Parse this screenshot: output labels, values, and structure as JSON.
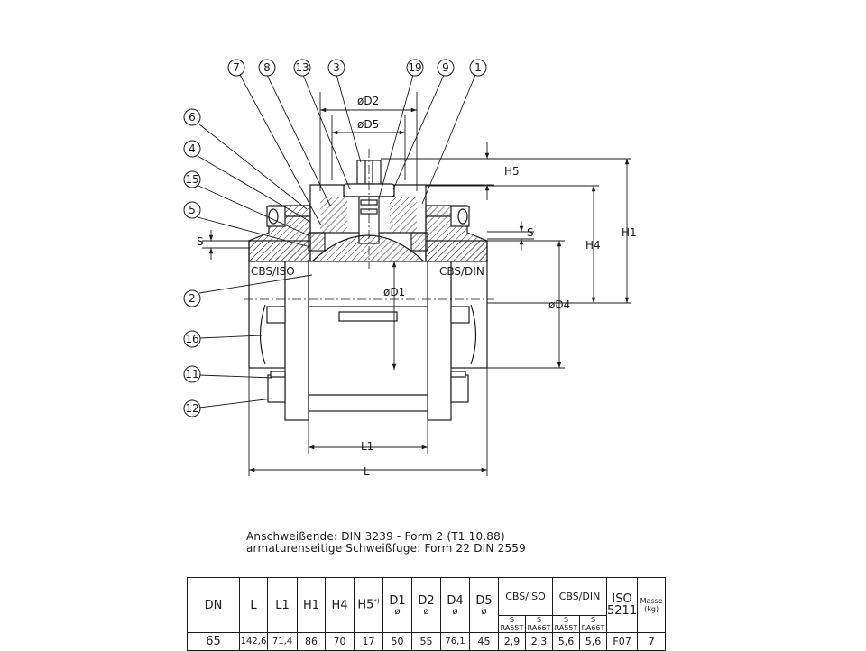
{
  "callouts": [
    "7",
    "8",
    "13",
    "3",
    "19",
    "9",
    "1",
    "6",
    "4",
    "15",
    "5",
    "2",
    "16",
    "11",
    "12"
  ],
  "dimensions": {
    "d2": "øD2",
    "d5": "øD5",
    "h5": "H5",
    "h4": "H4",
    "h1": "H1",
    "s": "S",
    "d1": "øD1",
    "d4": "øD4",
    "l1": "L1",
    "l": "L"
  },
  "section_labels": {
    "left": "CBS/ISO",
    "right": "CBS/DIN"
  },
  "notes": [
    "Anschweißende: DIN 3239 - Form 2 (T1 10.88)",
    "armaturenseitige Schweißfuge: Form 22 DIN 2559"
  ],
  "table": {
    "headers": {
      "dn": "DN",
      "l": "L",
      "l1": "L1",
      "h1": "H1",
      "h4": "H4",
      "h5": "H5",
      "h5_mark": "*)",
      "d1": "D1",
      "d2": "D2",
      "d4": "D4",
      "d5": "D5",
      "dia": "ø",
      "cbs_iso": "CBS/ISO",
      "cbs_din": "CBS/DIN",
      "s": "S",
      "ra55t": "RA55T",
      "ra66t": "RA66T",
      "iso": "ISO",
      "iso_num": "5211",
      "masse": "Masse",
      "kg": "(kg)"
    },
    "row": {
      "dn": "65",
      "l": "142,6",
      "l1": "71,4",
      "h1": "86",
      "h4": "70",
      "h5": "17",
      "d1": "50",
      "d2": "55",
      "d4": "76,1",
      "d5": "45",
      "iso_ra55t": "2,9",
      "iso_ra66t": "2,3",
      "din_ra55t": "5,6",
      "din_ra66t": "5,6",
      "iso5211": "F07",
      "masse": "7"
    }
  }
}
